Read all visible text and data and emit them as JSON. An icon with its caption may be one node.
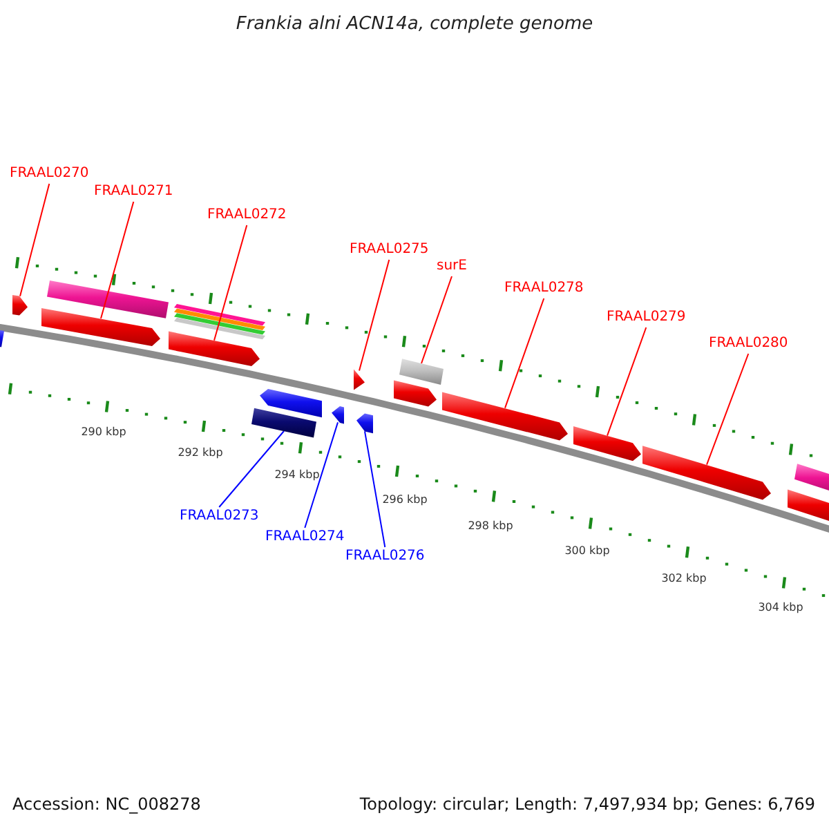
{
  "diagram": {
    "title": "Frankia alni ACN14a, complete genome",
    "nodes": [
      {
        "text": [
          "FRAAL0270"
        ]
      },
      {
        "text": [
          "FRAAL0271"
        ]
      },
      {
        "text": [
          "FRAAL0272"
        ]
      },
      {
        "text": [
          "FRAAL0275"
        ]
      },
      {
        "text": [
          "surE"
        ]
      },
      {
        "text": [
          "FRAAL0278"
        ]
      },
      {
        "text": [
          "FRAAL0279"
        ]
      },
      {
        "text": [
          "FRAAL0280"
        ]
      },
      {
        "text": [
          "FRAAL0273"
        ]
      },
      {
        "text": [
          "FRAAL0274"
        ]
      },
      {
        "text": [
          "FRAAL0276"
        ]
      },
      {
        "text": [],
        "shape": "arrow"
      },
      {
        "text": [],
        "shape": "arrow"
      },
      {
        "text": [],
        "shape": "arrow"
      },
      {
        "text": [],
        "shape": "box"
      },
      {
        "text": [],
        "shape": "arrow"
      },
      {
        "text": [],
        "shape": "triangle"
      },
      {
        "text": [],
        "shape": "arrow"
      },
      {
        "text": [],
        "shape": "box"
      },
      {
        "text": [],
        "shape": "arrow"
      },
      {
        "text": [],
        "shape": "arrow"
      },
      {
        "text": [],
        "shape": "arrow"
      }
    ],
    "edges": [
      {
        "from": 0,
        "to": 11,
        "arrow": "none"
      },
      {
        "from": 1,
        "to": 12,
        "arrow": "none"
      },
      {
        "from": 2,
        "to": 13,
        "arrow": "none"
      },
      {
        "from": 3,
        "to": 16,
        "arrow": "none"
      },
      {
        "from": 4,
        "to": 18,
        "arrow": "none"
      },
      {
        "from": 5,
        "to": 19,
        "arrow": "none"
      },
      {
        "from": 6,
        "to": 20,
        "arrow": "none"
      },
      {
        "from": 7,
        "to": 21,
        "arrow": "none"
      },
      {
        "from": 8,
        "to": 14,
        "arrow": "none",
        "color": "#0000ff"
      },
      {
        "from": 9,
        "to": 15,
        "arrow": "none",
        "color": "#0000ff"
      },
      {
        "from": 10,
        "to": 17,
        "arrow": "none",
        "color": "#0000ff"
      }
    ],
    "labels": [
      "290 kbp",
      "292 kbp",
      "294 kbp",
      "296 kbp",
      "298 kbp",
      "300 kbp",
      "302 kbp",
      "304 kbp",
      "Accession: NC_008278",
      "Topology: circular; Length: 7,497,934 bp; Genes: 6,769"
    ]
  }
}
